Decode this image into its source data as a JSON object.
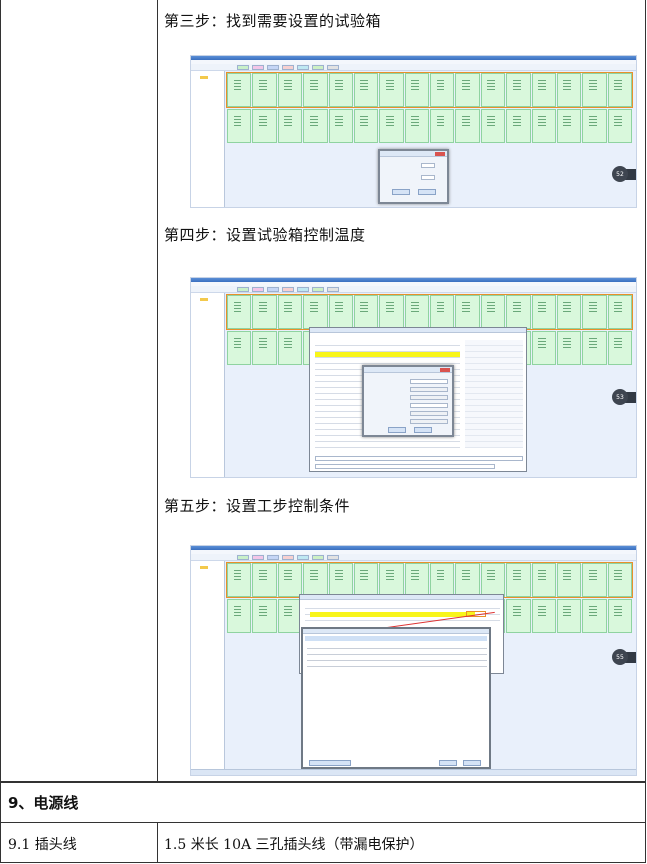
{
  "steps": [
    {
      "title": "第三步：找到需要设置的试验箱",
      "badge": "52"
    },
    {
      "title": "第四步：设置试验箱控制温度",
      "badge": "53"
    },
    {
      "title": "第五步：设置工步控制条件",
      "badge": "55"
    }
  ],
  "section": {
    "title": "9、电源线"
  },
  "spec_rows": [
    {
      "name": "9.1 插头线",
      "value": "1.5 米长 10A 三孔插头线（带漏电保护）"
    }
  ]
}
